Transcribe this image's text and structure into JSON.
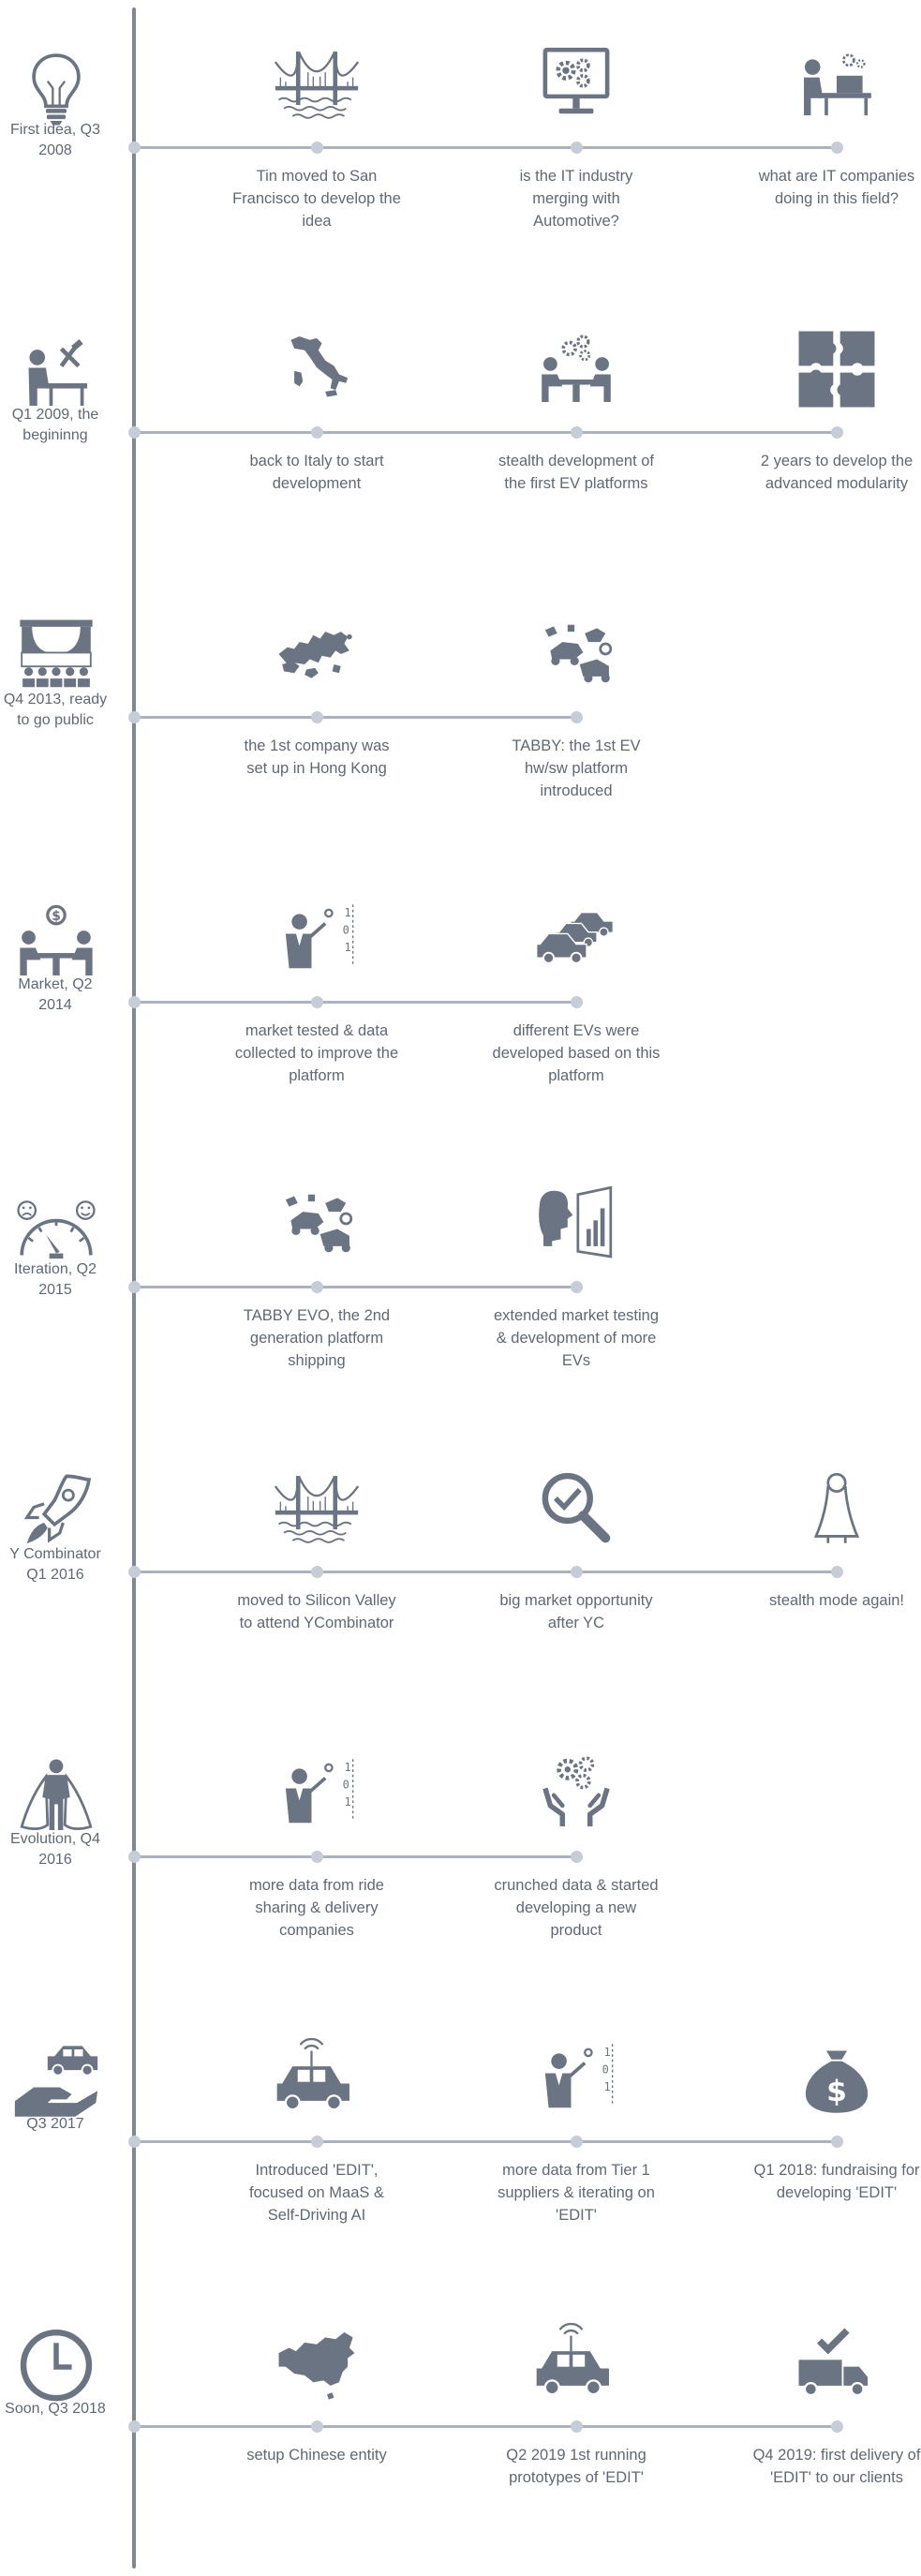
{
  "colors": {
    "icon": "#6b7483",
    "line": "#7e8896",
    "connector": "#aab2bf",
    "dot": "#c7cdd6",
    "text": "#5f6876"
  },
  "milestones": [
    {
      "label": "First idea, Q3 2008",
      "icon": "lightbulb-icon",
      "events": [
        {
          "icon": "bridge-icon",
          "text": "Tin moved to San Francisco to develop the idea"
        },
        {
          "icon": "monitor-gears-icon",
          "text": "is the IT industry merging with Automotive?"
        },
        {
          "icon": "person-laptop-icon",
          "text": "what are IT companies doing in this field?"
        }
      ]
    },
    {
      "label": "Q1 2009, the begininng",
      "icon": "person-tools-icon",
      "events": [
        {
          "icon": "italy-map-icon",
          "text": "back to Italy to start development"
        },
        {
          "icon": "meeting-gears-icon",
          "text": "stealth development of the first EV platforms"
        },
        {
          "icon": "puzzle-icon",
          "text": "2 years to develop the advanced modularity"
        }
      ]
    },
    {
      "label": "Q4 2013, ready to go public",
      "icon": "theater-stage-icon",
      "events": [
        {
          "icon": "hong-kong-map-icon",
          "text": "the 1st company was set up in Hong Kong"
        },
        {
          "icon": "exploded-car-icon",
          "text": "TABBY: the 1st EV hw/sw platform introduced"
        }
      ]
    },
    {
      "label": "Market, Q2 2014",
      "icon": "market-meeting-icon",
      "events": [
        {
          "icon": "data-presenter-icon",
          "text": "market tested & data collected to improve the platform"
        },
        {
          "icon": "cars-group-icon",
          "text": "different EVs were developed based on this platform"
        }
      ]
    },
    {
      "label": "Iteration, Q2 2015",
      "icon": "satisfaction-gauge-icon",
      "events": [
        {
          "icon": "exploded-car-icon",
          "text": "TABBY EVO, the 2nd generation platform shipping"
        },
        {
          "icon": "head-chart-icon",
          "text": "extended market testing & development of more EVs"
        }
      ]
    },
    {
      "label": "Y Combinator Q1 2016",
      "icon": "rocket-icon",
      "events": [
        {
          "icon": "bridge-icon",
          "text": "moved to Silicon Valley to attend YCombinator"
        },
        {
          "icon": "magnifier-check-icon",
          "text": "big market opportunity after YC"
        },
        {
          "icon": "ghost-icon",
          "text": "stealth mode again!"
        }
      ]
    },
    {
      "label": "Evolution, Q4 2016",
      "icon": "superhero-icon",
      "events": [
        {
          "icon": "data-presenter-icon",
          "text": "more data from ride sharing  & delivery companies"
        },
        {
          "icon": "hands-gears-icon",
          "text": "crunched data & started developing a new product"
        }
      ]
    },
    {
      "label": "Q3 2017",
      "icon": "hand-car-icon",
      "events": [
        {
          "icon": "connected-car-icon",
          "text": "Introduced 'EDIT', focused on MaaS & Self-Driving AI"
        },
        {
          "icon": "data-presenter-icon",
          "text": "more data from Tier 1 suppliers & iterating on 'EDIT'"
        },
        {
          "icon": "money-bag-icon",
          "text": "Q1 2018: fundraising for developing 'EDIT'"
        }
      ]
    },
    {
      "label": "Soon, Q3 2018",
      "icon": "clock-icon",
      "events": [
        {
          "icon": "china-map-icon",
          "text": "setup Chinese entity"
        },
        {
          "icon": "connected-car-icon",
          "text": "Q2 2019 1st running prototypes of 'EDIT'"
        },
        {
          "icon": "truck-check-icon",
          "text": "Q4 2019: first delivery of 'EDIT' to our clients"
        }
      ]
    }
  ]
}
